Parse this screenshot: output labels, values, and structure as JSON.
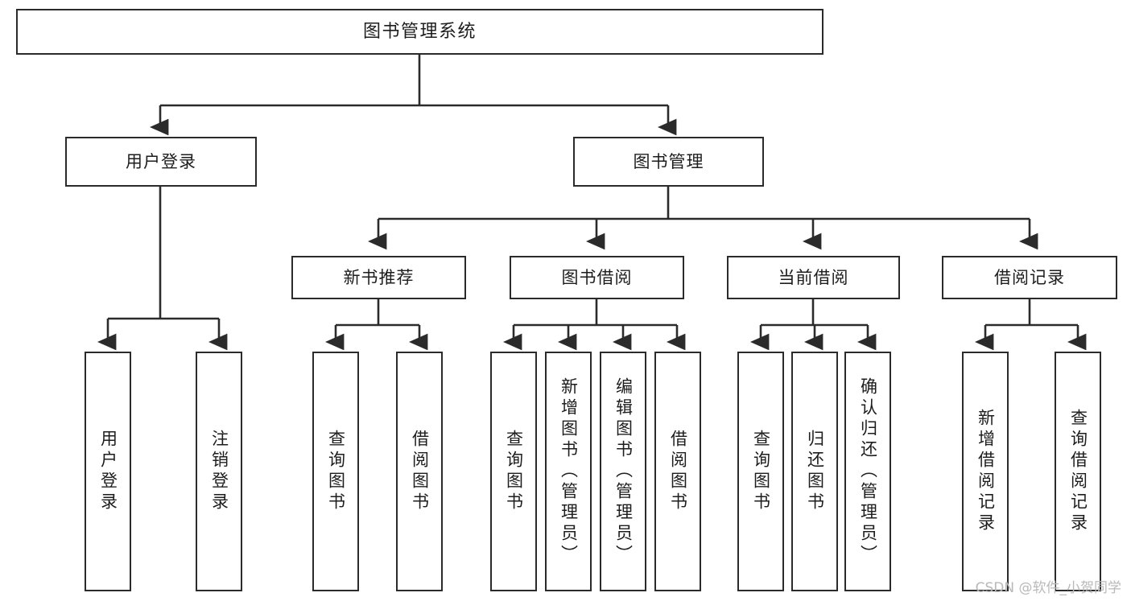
{
  "diagram": {
    "type": "tree",
    "title": "图书管理系统",
    "watermark": "CSDN @软件_小贺同学",
    "colors": {
      "box_border": "#2b2b2b",
      "box_fill": "#ffffff",
      "edge": "#2b2b2b",
      "text": "#1d1d1d",
      "watermark": "#b9b9b9",
      "background": "#ffffff"
    },
    "nodes": {
      "root": {
        "label": "图书管理系统",
        "level": 0
      },
      "l1": [
        {
          "id": "user_login",
          "label": "用户登录",
          "level": 1
        },
        {
          "id": "book_mgmt",
          "label": "图书管理",
          "level": 1
        }
      ],
      "l2": [
        {
          "id": "new_book_rec",
          "label": "新书推荐",
          "level": 2,
          "parent": "book_mgmt"
        },
        {
          "id": "book_borrow",
          "label": "图书借阅",
          "level": 2,
          "parent": "book_mgmt"
        },
        {
          "id": "current_borrow",
          "label": "当前借阅",
          "level": 2,
          "parent": "book_mgmt"
        },
        {
          "id": "borrow_record",
          "label": "借阅记录",
          "level": 2,
          "parent": "book_mgmt"
        }
      ],
      "leaves": [
        {
          "id": "leaf_user_login",
          "label": "用户登录",
          "parent": "user_login"
        },
        {
          "id": "leaf_logout",
          "label": "注销登录",
          "parent": "user_login"
        },
        {
          "id": "leaf_query_book_1",
          "label": "查询图书",
          "parent": "new_book_rec"
        },
        {
          "id": "leaf_borrow_book_1",
          "label": "借阅图书",
          "parent": "new_book_rec"
        },
        {
          "id": "leaf_query_book_2",
          "label": "查询图书",
          "parent": "book_borrow"
        },
        {
          "id": "leaf_add_book",
          "label": "新增图书（管理员）",
          "parent": "book_borrow"
        },
        {
          "id": "leaf_edit_book",
          "label": "编辑图书（管理员）",
          "parent": "book_borrow"
        },
        {
          "id": "leaf_borrow_book_2",
          "label": "借阅图书",
          "parent": "book_borrow"
        },
        {
          "id": "leaf_query_book_3",
          "label": "查询图书",
          "parent": "current_borrow"
        },
        {
          "id": "leaf_return_book",
          "label": "归还图书",
          "parent": "current_borrow"
        },
        {
          "id": "leaf_confirm_return",
          "label": "确认归还（管理员）",
          "parent": "current_borrow"
        },
        {
          "id": "leaf_add_record",
          "label": "新增借阅记录",
          "parent": "borrow_record"
        },
        {
          "id": "leaf_query_record",
          "label": "查询借阅记录",
          "parent": "borrow_record"
        }
      ]
    }
  }
}
